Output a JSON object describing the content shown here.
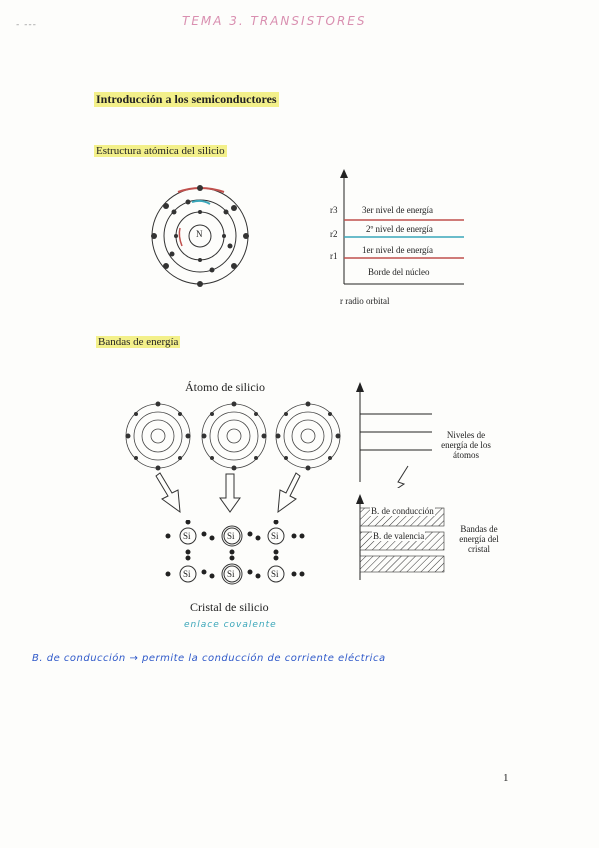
{
  "header": {
    "title": "TEMA 3. TRANSISTORES",
    "mark": "- ---"
  },
  "section1": {
    "title": "Introducción a los semiconductores",
    "subtitle": "Estructura atómica del silicio",
    "nucleus_label": "N",
    "energy_levels": [
      {
        "axis_label": "r3",
        "text": "3er nivel de energía",
        "color": "#c0504d"
      },
      {
        "axis_label": "r2",
        "text": "2º nivel de energía",
        "color": "#3aa6b9"
      },
      {
        "axis_label": "r1",
        "text": "1er nivel de energía",
        "color": "#c0504d"
      }
    ],
    "base_label": "Borde del núcleo",
    "axis_caption": "r radio orbital"
  },
  "section2": {
    "subtitle": "Bandas de energía",
    "atom_title": "Átomo de silicio",
    "si_label": "Si",
    "crystal_label": "Cristal de silicio",
    "bond_note": "enlace covalente",
    "levels_label": [
      "Niveles de",
      "energía de los",
      "átomos"
    ],
    "bands": {
      "conduction": "B. de conducción",
      "valence": "B. de valencia"
    },
    "bands_label": [
      "Bandas de",
      "energía del",
      "cristal"
    ]
  },
  "note": "B. de conducción → permite la conducción de corriente eléctrica",
  "footer": {
    "page_number": "1"
  },
  "colors": {
    "handwriting_pink": "#d98fb0",
    "handwriting_teal": "#3aa6b9",
    "handwriting_blue": "#2f59c9",
    "red_orbit": "#c0504d"
  }
}
